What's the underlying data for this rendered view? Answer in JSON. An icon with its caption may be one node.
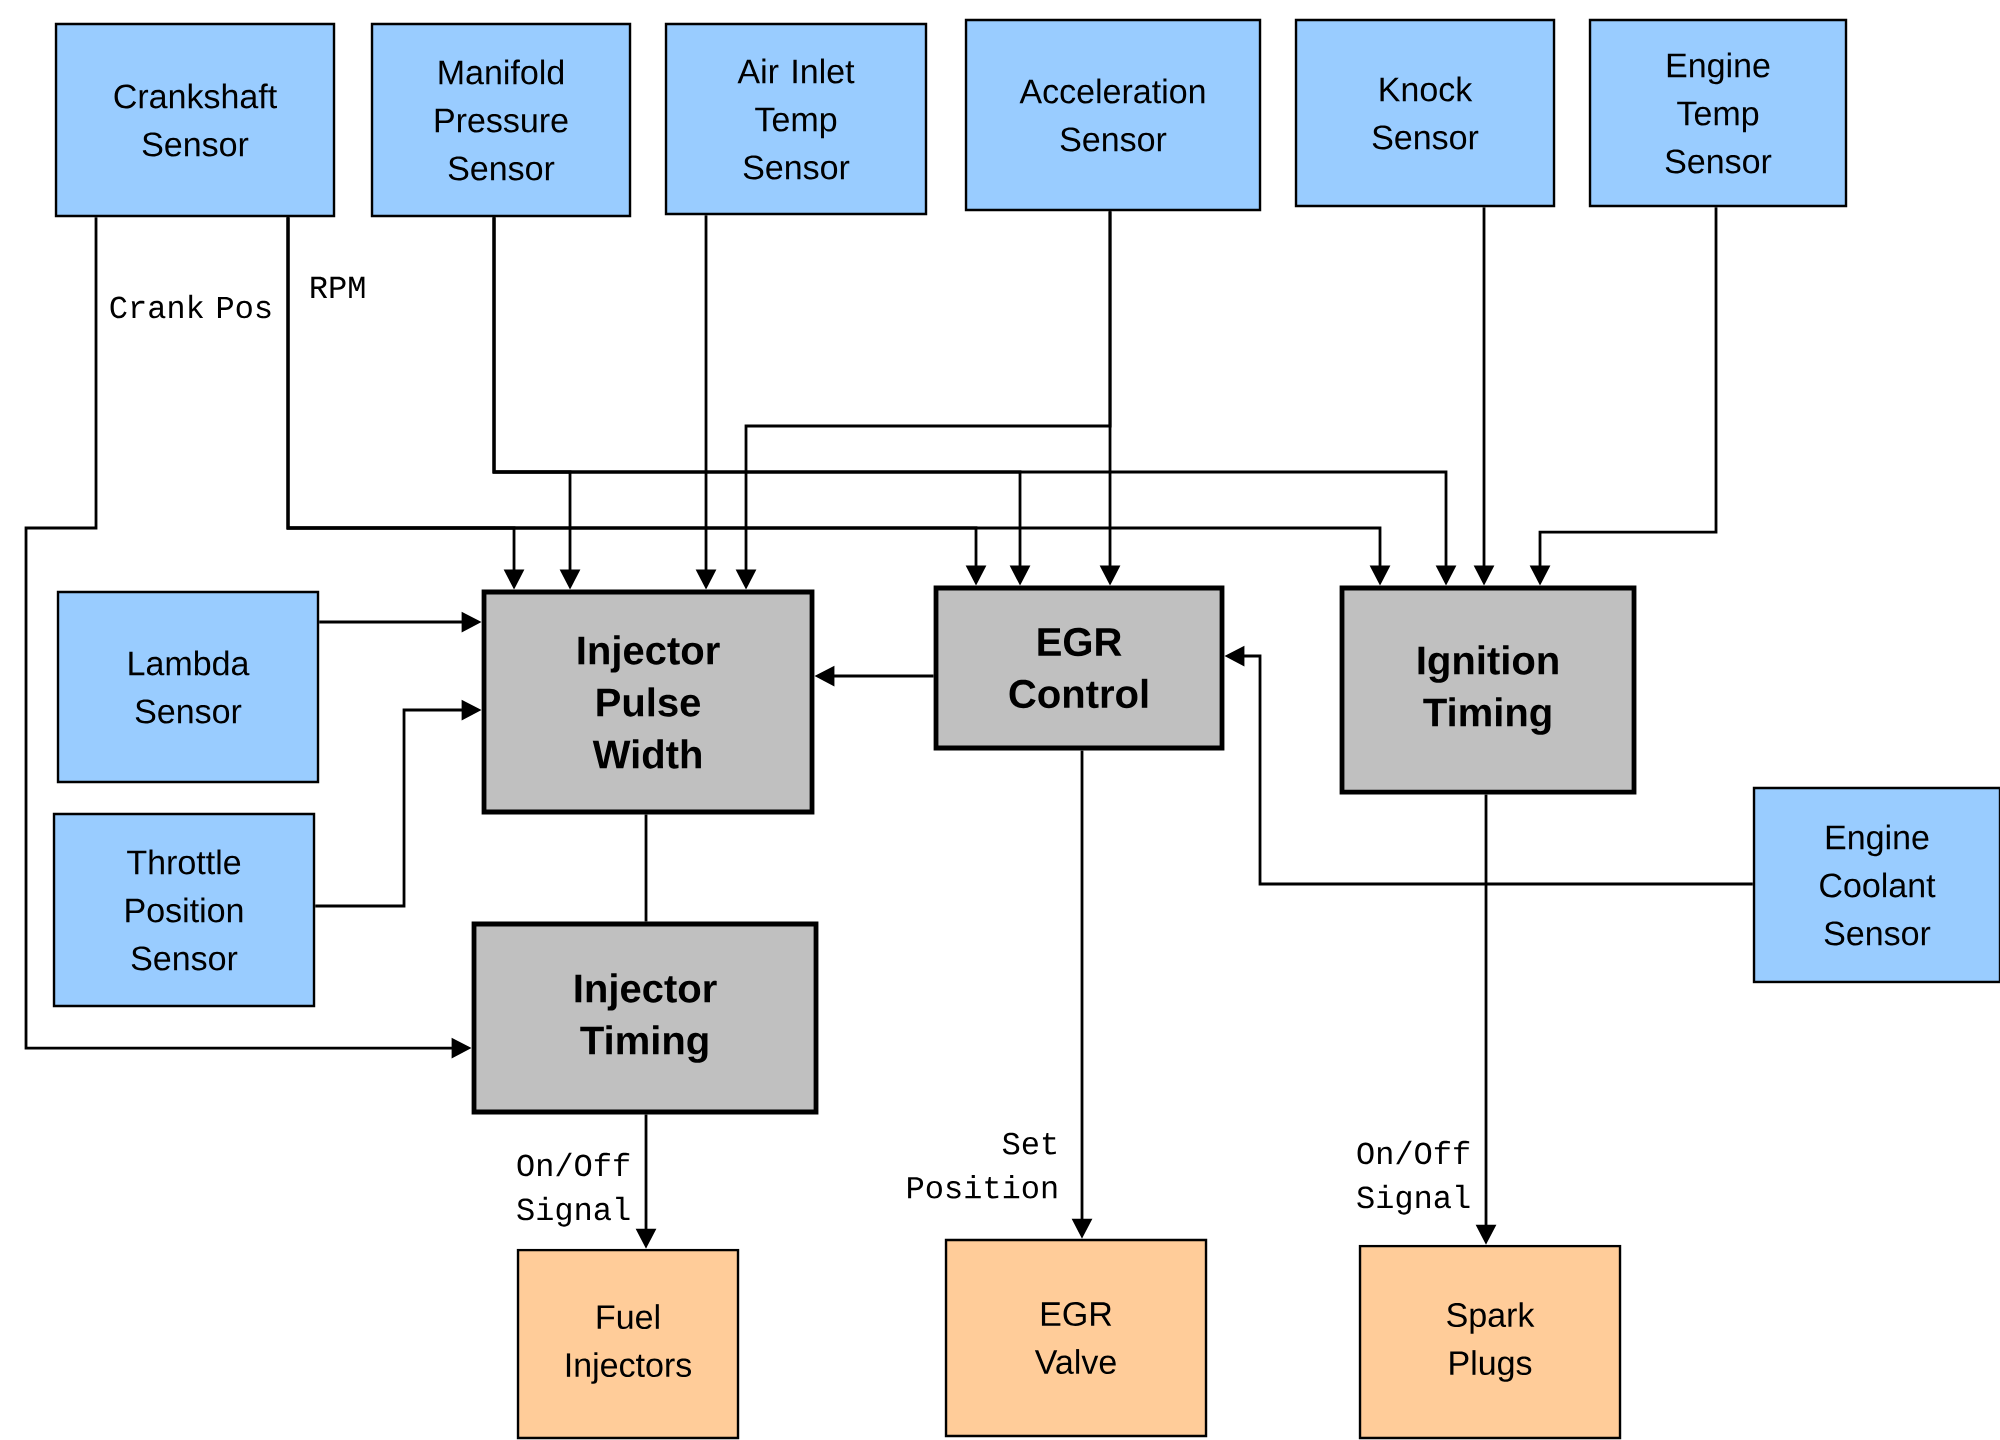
{
  "diagram": {
    "nodes": [
      {
        "text": [
          "Crankshaft Sensor"
        ]
      },
      {
        "text": [
          "Manifold Pressure Sensor"
        ]
      },
      {
        "text": [
          "Air Inlet Temp Sensor"
        ]
      },
      {
        "text": [
          "Acceleration Sensor"
        ]
      },
      {
        "text": [
          "Knock Sensor"
        ]
      },
      {
        "text": [
          "Engine Temp Sensor"
        ]
      },
      {
        "text": [
          "Lambda Sensor"
        ]
      },
      {
        "text": [
          "Injector Pulse Width"
        ]
      },
      {
        "text": [
          "EGR Control"
        ]
      },
      {
        "text": [
          "Ignition Timing"
        ]
      },
      {
        "text": [
          "Throttle Position Sensor"
        ]
      },
      {
        "text": [
          "Engine Coolant Sensor"
        ]
      },
      {
        "text": [
          "Injector Timing"
        ]
      },
      {
        "text": [
          "Fuel Injectors"
        ]
      },
      {
        "text": [
          "EGR Valve"
        ]
      },
      {
        "text": [
          "Spark Plugs"
        ]
      }
    ],
    "edges": [
      {
        "from": 0,
        "to": 12,
        "arrow": "to",
        "label": "Crank Pos"
      },
      {
        "from": 0,
        "to": 7,
        "arrow": "to",
        "label": "RPM"
      },
      {
        "from": 0,
        "to": 8,
        "arrow": "to"
      },
      {
        "from": 0,
        "to": 9,
        "arrow": "to"
      },
      {
        "from": 1,
        "to": 7,
        "arrow": "to"
      },
      {
        "from": 1,
        "to": 8,
        "arrow": "to"
      },
      {
        "from": 1,
        "to": 9,
        "arrow": "to"
      },
      {
        "from": 2,
        "to": 7,
        "arrow": "to"
      },
      {
        "from": 3,
        "to": 7,
        "arrow": "to"
      },
      {
        "from": 3,
        "to": 8,
        "arrow": "to"
      },
      {
        "from": 4,
        "to": 9,
        "arrow": "to"
      },
      {
        "from": 5,
        "to": 9,
        "arrow": "to"
      },
      {
        "from": 6,
        "to": 7,
        "arrow": "to"
      },
      {
        "from": 10,
        "to": 7,
        "arrow": "to"
      },
      {
        "from": 8,
        "to": 7,
        "arrow": "to"
      },
      {
        "from": 11,
        "to": 8,
        "arrow": "to"
      },
      {
        "from": 7,
        "to": 12,
        "arrow": "none"
      },
      {
        "from": 12,
        "to": 13,
        "arrow": "to",
        "label": "On/Off Signal"
      },
      {
        "from": 8,
        "to": 14,
        "arrow": "to",
        "label": "Set Position"
      },
      {
        "from": 9,
        "to": 15,
        "arrow": "to",
        "label": "On/Off Signal"
      }
    ]
  }
}
